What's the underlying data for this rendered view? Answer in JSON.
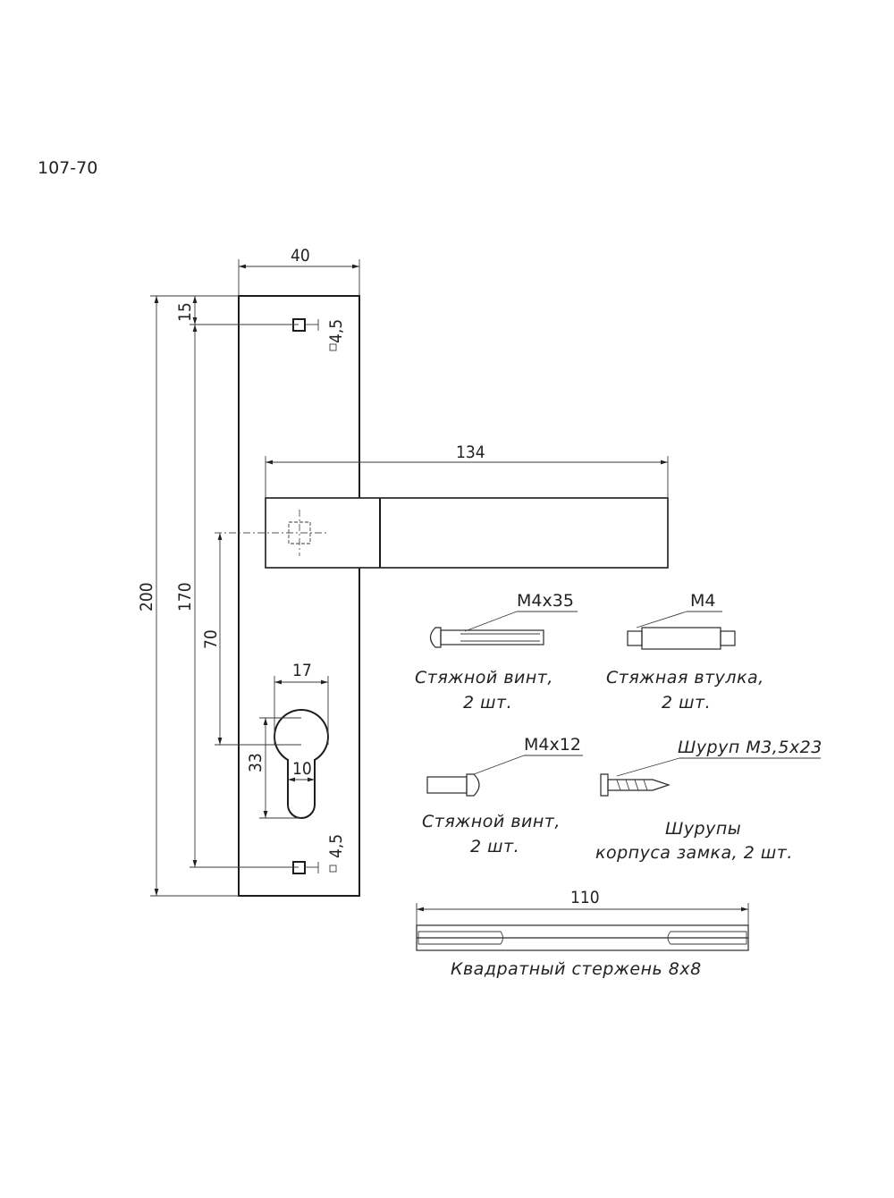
{
  "model_code": "107-70",
  "dimensions": {
    "plate_width": "40",
    "top_offset": "15",
    "screw_hole_top": "4,5",
    "total_height": "200",
    "hole_spacing": "170",
    "handle_length": "134",
    "handle_to_cylinder": "70",
    "cylinder_width": "17",
    "cylinder_height": "33",
    "cylinder_slot": "10",
    "screw_hole_bottom": "4,5",
    "rod_length": "110"
  },
  "parts": {
    "screw_long": {
      "spec": "M4x35",
      "name": "Стяжной винт,",
      "qty": "2 шт."
    },
    "sleeve": {
      "spec": "M4",
      "name": "Стяжная втулка,",
      "qty": "2 шт."
    },
    "screw_short": {
      "spec": "M4x12",
      "name": "Стяжной винт,",
      "qty": "2 шт."
    },
    "wood_screw": {
      "spec": "Шуруп М3,5х23",
      "name": "Шурупы",
      "qty": "корпуса замка, 2 шт."
    },
    "rod": {
      "name": "Квадратный стержень 8х8"
    }
  }
}
